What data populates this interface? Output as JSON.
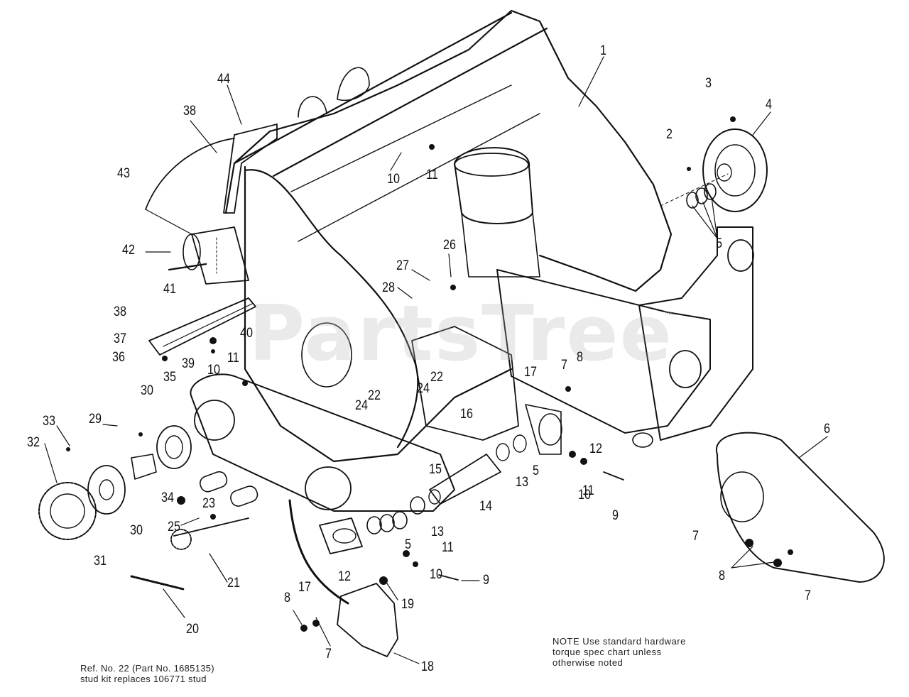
{
  "watermark": {
    "text": "PartsTree",
    "tm": "™"
  },
  "note": {
    "lines": [
      "NOTE  Use standard hardware",
      "torque spec chart unless",
      "otherwise noted"
    ]
  },
  "reference": {
    "lines": [
      "Ref. No. 22 (Part No. 1685135)",
      "stud kit replaces 106771 stud"
    ]
  },
  "callouts": [
    "1",
    "2",
    "3",
    "4",
    "5",
    "44",
    "38",
    "43",
    "10",
    "11",
    "26",
    "27",
    "28",
    "42",
    "41",
    "38",
    "37",
    "36",
    "35",
    "39",
    "40",
    "11",
    "10",
    "30",
    "22",
    "24",
    "22",
    "24",
    "17",
    "7",
    "8",
    "6",
    "33",
    "29",
    "32",
    "16",
    "12",
    "5",
    "13",
    "11",
    "10",
    "15",
    "14",
    "34",
    "23",
    "25",
    "30",
    "31",
    "13",
    "9",
    "7",
    "21",
    "20",
    "12",
    "17",
    "19",
    "8",
    "7",
    "9",
    "11",
    "10",
    "18",
    "5",
    "8",
    "7"
  ]
}
